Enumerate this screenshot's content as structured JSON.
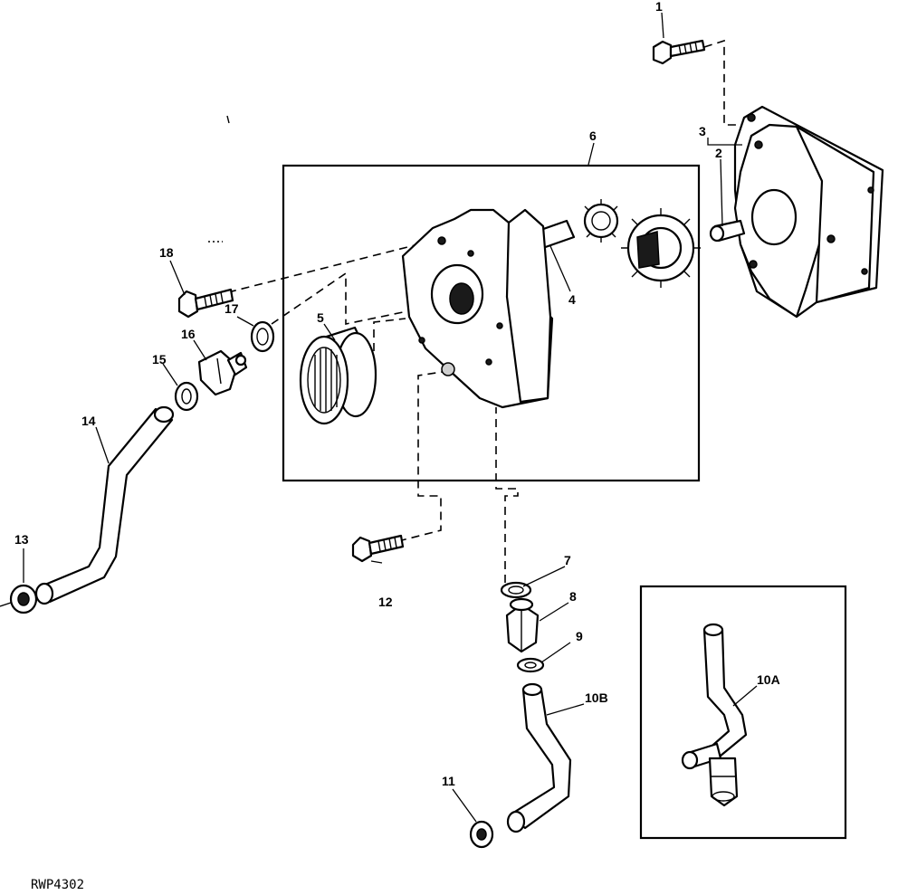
{
  "figure_id": "RWP4302",
  "callouts": {
    "c1": "1",
    "c2": "2",
    "c3": "3",
    "c4": "4",
    "c5": "5",
    "c6": "6",
    "c7": "7",
    "c8": "8",
    "c9": "9",
    "c10a": "10A",
    "c10b": "10B",
    "c11": "11",
    "c12": "12",
    "c13": "13",
    "c14": "14",
    "c15": "15",
    "c16": "16",
    "c17": "17",
    "c18": "18"
  }
}
